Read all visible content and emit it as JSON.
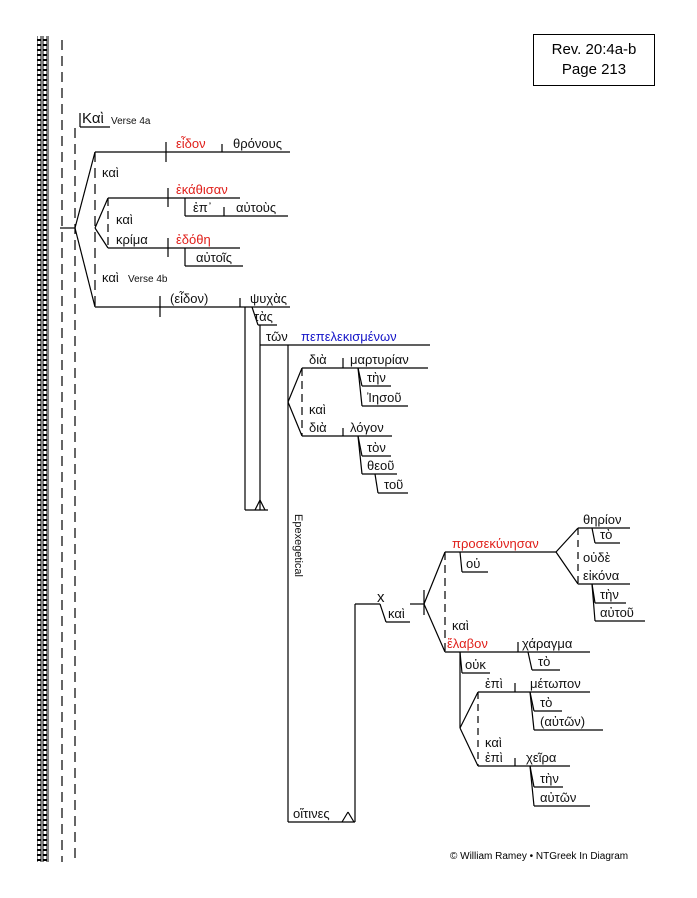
{
  "header": {
    "reference": "Rev. 20:4a-b",
    "page": "Page 213"
  },
  "footer": {
    "copyright": "© William Ramey • NTGreek In Diagram"
  },
  "words": {
    "kai_main": "Καὶ",
    "verse_4a": "Verse 4a",
    "eidon": "εἶδον",
    "thronous": "θρόνους",
    "kai_1": "καὶ",
    "ekathisan": "ἐκάθισαν",
    "ep": "ἐπ᾽",
    "autous": "αὐτοὺς",
    "kai_2": "καὶ",
    "krima": "κρίμα",
    "edothe": "ἐδόθη",
    "autois": "αὐτοῖς",
    "kai_3": "καὶ",
    "verse_4b": "Verse 4b",
    "eidon_paren": "(εἶδον)",
    "psychas": "ψυχὰς",
    "tas": "τὰς",
    "ton": "τῶν",
    "pepelekismenon": "πεπελεκισμένων",
    "dia_1": "διὰ",
    "martyrian": "μαρτυρίαν",
    "ten_1": "τὴν",
    "iesou": "Ἰησοῦ",
    "kai_4": "καὶ",
    "dia_2": "διὰ",
    "logon": "λόγον",
    "ton_2": "τὸν",
    "theou": "θεοῦ",
    "tou": "τοῦ",
    "epexegetical": "Epexegetical",
    "x_marker": "x",
    "kai_5": "καὶ",
    "prosekynesan": "προσεκύνησαν",
    "ou": "οὐ",
    "theriou": "θηρίον",
    "to_1": "τὸ",
    "oude": "οὐδὲ",
    "eikona": "εἰκόνα",
    "ten_2": "τὴν",
    "autou": "αὐτοῦ",
    "kai_6": "καὶ",
    "elabon": "ἔλαβον",
    "charagma": "χάραγμα",
    "ouk": "οὐκ",
    "to_2": "τὸ",
    "epi_1": "ἐπὶ",
    "metopon": "μέτωπον",
    "to_3": "τὸ",
    "auton_paren": "(αὐτῶν)",
    "kai_7": "καὶ",
    "epi_2": "ἐπὶ",
    "cheira": "χεῖρα",
    "ten_3": "τὴν",
    "auton": "αὐτῶν",
    "hoitines": "οἵτινες"
  },
  "colors": {
    "verb_red": "#e0201b",
    "participle_blue": "#1515c8",
    "line": "#000000"
  }
}
